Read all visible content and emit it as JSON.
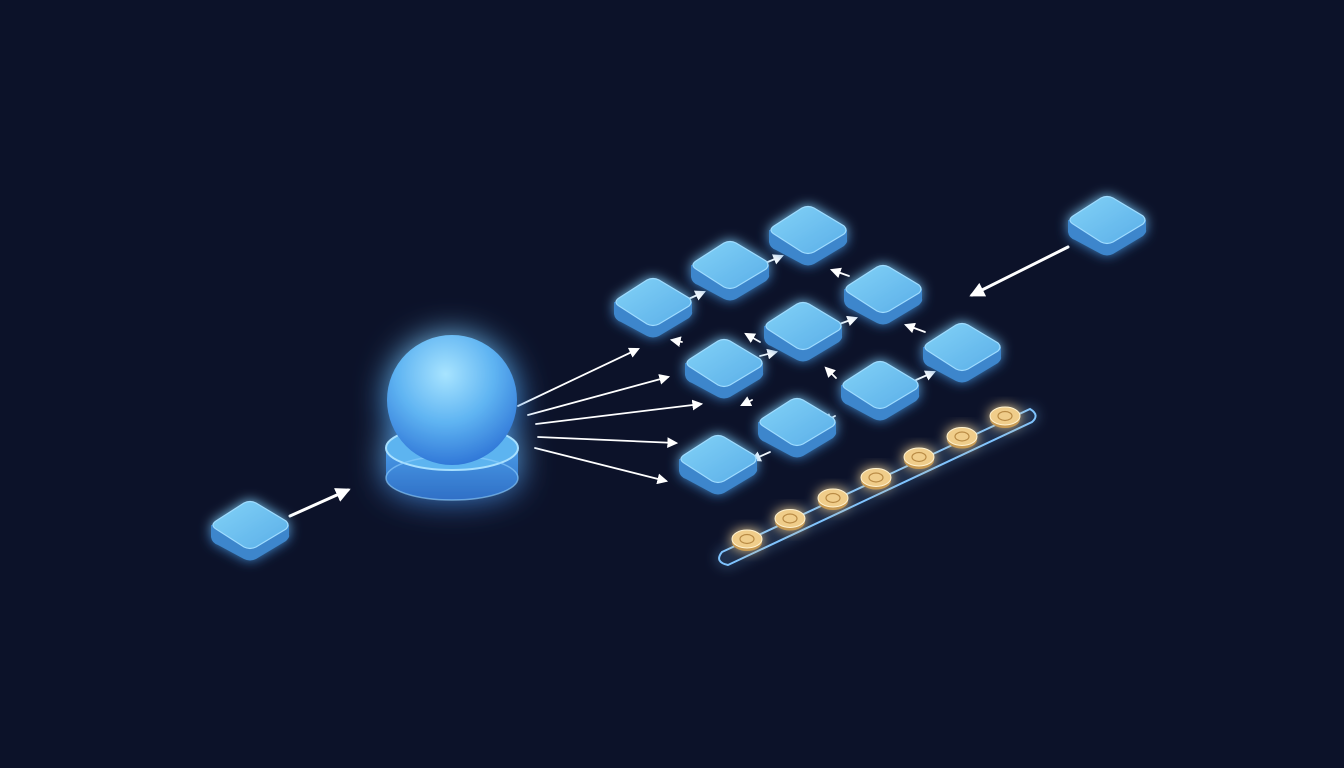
{
  "diagram": {
    "labels": [],
    "colors": {
      "background": "#0c1229",
      "block_top": "#6cc3f0",
      "block_side": "#3c86cc",
      "block_edge": "#9fdcff",
      "sphere_light": "#8fd8ff",
      "sphere_dark": "#2d74d6",
      "arrow": "#ffffff",
      "coin": "#f0cd8a",
      "rail": "#7fc4ff"
    },
    "nodes": [
      {
        "id": "input-block",
        "role": "source"
      },
      {
        "id": "processor-sphere",
        "role": "router"
      },
      {
        "id": "grid-block-1"
      },
      {
        "id": "grid-block-2"
      },
      {
        "id": "grid-block-3"
      },
      {
        "id": "grid-block-4"
      },
      {
        "id": "grid-block-5"
      },
      {
        "id": "grid-block-6"
      },
      {
        "id": "grid-block-7"
      },
      {
        "id": "grid-block-8"
      },
      {
        "id": "grid-block-9"
      },
      {
        "id": "grid-block-10"
      },
      {
        "id": "grid-block-11"
      },
      {
        "id": "incoming-block",
        "role": "external-input"
      },
      {
        "id": "coin-rail",
        "role": "token-track",
        "coin_count": 7
      }
    ],
    "fanout_arrow_count": 5
  }
}
